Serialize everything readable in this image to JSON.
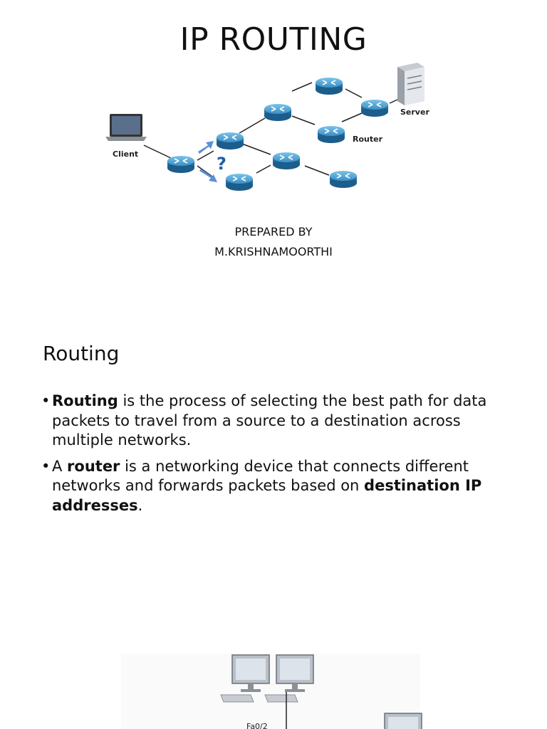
{
  "slide1": {
    "title": "IP ROUTING",
    "diagram_labels": {
      "client": "Client",
      "server": "Server",
      "router": "Router",
      "question": "?"
    },
    "prepared_by": "PREPARED BY",
    "author": "M.KRISHNAMOORTHI"
  },
  "slide2": {
    "title": "Routing",
    "bullet1": {
      "bold": "Routing",
      "rest": " is the process of selecting the best path for data packets to travel from a source to a destination across multiple networks."
    },
    "bullet2": {
      "pre": "A ",
      "bold1": "router",
      "mid": " is a networking device that connects different networks and forwards packets based on ",
      "bold2": "destination IP addresses",
      "post": "."
    }
  },
  "slide3": {
    "port_label": "Fa0/2"
  },
  "colors": {
    "router_blue": "#3a8fc4",
    "arrow_blue": "#5b8fd9",
    "question_blue": "#1f5fa8"
  }
}
